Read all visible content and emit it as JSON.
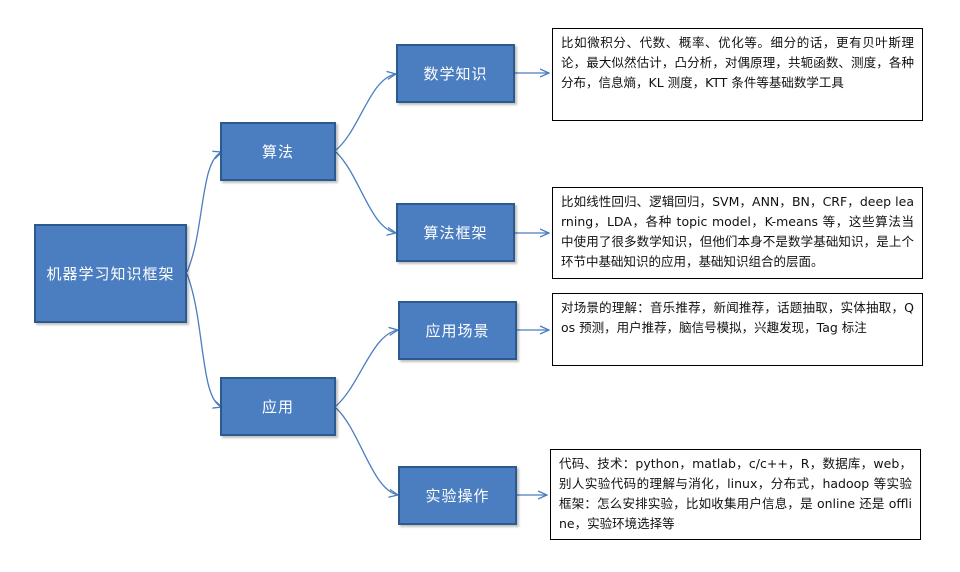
{
  "root": {
    "label": "机器学习知识框架"
  },
  "branches": [
    {
      "label": "算法",
      "children": [
        {
          "label": "数学知识",
          "note": "比如微积分、代数、概率、优化等。细分的话，更有贝叶斯理论，最大似然估计，凸分析，对偶原理，共轭函数、测度，各种分布，信息熵，KL 测度，KTT 条件等基础数学工具"
        },
        {
          "label": "算法框架",
          "note": "比如线性回归、逻辑回归，SVM，ANN，BN，CRF，deep learning，LDA，各种 topic model，K-means 等，这些算法当中使用了很多数学知识，但他们本身不是数学基础知识，是上个环节中基础知识的应用，基础知识组合的层面。"
        }
      ]
    },
    {
      "label": "应用",
      "children": [
        {
          "label": "应用场景",
          "note": "对场景的理解：音乐推荐，新闻推荐，话题抽取，实体抽取，Qos 预测，用户推荐，脑信号模拟，兴趣发现，Tag 标注"
        },
        {
          "label": "实验操作",
          "note": "代码、技术：python，matlab，c/c++，R，数据库，web，别人实验代码的理解与消化，linux，分布式，hadoop 等实验框架：怎么安排实验，比如收集用户信息，是 online 还是 offline，实验环境选择等"
        }
      ]
    }
  ],
  "colors": {
    "node_fill": "#4a7ec0",
    "node_border": "#2c5a8f",
    "connector": "#4a7ec0"
  }
}
